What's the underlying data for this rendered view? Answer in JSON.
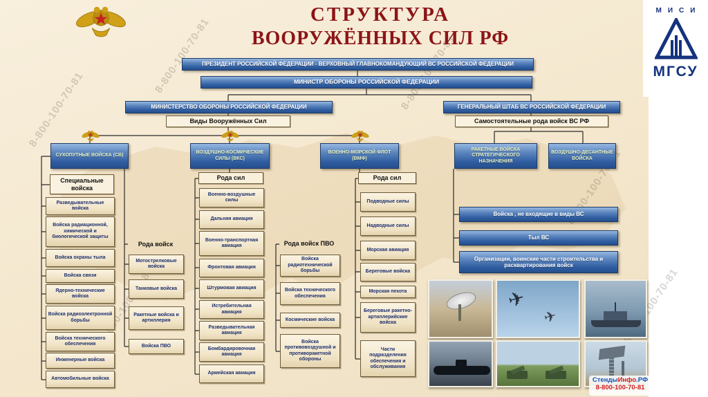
{
  "title": {
    "line1": "СТРУКТУРА",
    "line2": "ВООРУЖЁННЫХ СИЛ РФ"
  },
  "mgsu": {
    "misi": "МИСИ",
    "name": "МГСУ"
  },
  "hierarchy": {
    "president": "ПРЕЗИДЕНТ  РОССИЙСКОЙ ФЕДЕРАЦИИ - ВЕРХОВНЫЙ ГЛАВНОКОМАНДУЮЩИЙ ВС РОССИЙСКОЙ ФЕДЕРАЦИИ",
    "minister": "МИНИСТР ОБОРОНЫ РОССИЙСКОЙ ФЕДЕРАЦИИ",
    "ministry": "МИНИСТЕРСТВО ОБОРОНЫ РОССИЙСКОЙ ФЕДЕРАЦИИ",
    "general_staff": "ГЕНЕРАЛЬНЫЙ ШТАБ ВС РОССИЙСКОЙ ФЕДЕРАЦИИ",
    "types_label": "Виды Вооружённых Сил",
    "independent_label": "Самостоятельные рода войск ВС РФ"
  },
  "branches": {
    "ground": "СУХОПУТНЫЕ ВОЙСКА (СВ)",
    "aerospace": "ВОЗДУШНО-КОСМИЧЕСКИЕ СИЛЫ (ВКС)",
    "navy": "ВОЕННО-МОРСКОЙ ФЛОТ (ВМФ)",
    "rvsn": "РАКЕТНЫЕ ВОЙСКА СТРАТЕГИЧЕСКОГО НАЗНАЧЕНИЯ",
    "vdv": "ВОЗДУШНО-ДЕСАНТНЫЕ ВОЙСКА"
  },
  "special_troops": {
    "header": "Специальные войска",
    "items": [
      "Разведывательные войска",
      "Войска радиационной, химической и биологической защиты",
      "Войска охраны тыла",
      "Войска связи",
      "Ядерно-технические войска",
      "Войска радиоэлектронной борьбы",
      "Войска технического обеспечения",
      "Инженерные войска",
      "Автомобильные войска"
    ]
  },
  "ground_branches": {
    "header": "Рода войск",
    "items": [
      "Мотострелковые войска",
      "Танковые войска",
      "Ракетные войска и артиллерия",
      "Войска ПВО"
    ]
  },
  "aerospace_branches": {
    "header": "Рода сил",
    "items": [
      "Военно-воздушные силы",
      "Дальняя авиация",
      "Военно-транспортная авиация",
      "Фронтовая авиация",
      "Штурмовая авиация",
      "Истребительная авиация",
      "Разведывательная авиация",
      "Бомбардировочная авиация",
      "Армейская авиация"
    ]
  },
  "air_defense_branches": {
    "header": "Рода войск ПВО",
    "items": [
      "Войска радиотехнической борьбы",
      "Войска технического обеспечения",
      "Космические войска",
      "Войска противовоздушной и противоракетной обороны"
    ]
  },
  "navy_branches": {
    "header": "Рода сил",
    "items": [
      "Подводные силы",
      "Надводные силы",
      "Морская авиация",
      "Береговые войска",
      "Морская пехота",
      "Береговые ракетно-артиллерийские войска",
      "Части подразделения обеспечения и обслуживания"
    ]
  },
  "right_bars": {
    "items": [
      "Войска , не входящие в виды ВС",
      "Тыл ВС",
      "Организации, воинские части строительства и расквартирования войск"
    ]
  },
  "footer": {
    "brand_blue": "Стенды",
    "brand_red": "Инфо",
    "brand_suffix": ".РФ",
    "phone": "8-800-100-70-81"
  },
  "colors": {
    "bar_blue": "#2f5da0",
    "accent_red": "#8c1417",
    "gold": "#cfa018",
    "cream": "#f4e7cd",
    "item_text": "#1d2f6e"
  }
}
